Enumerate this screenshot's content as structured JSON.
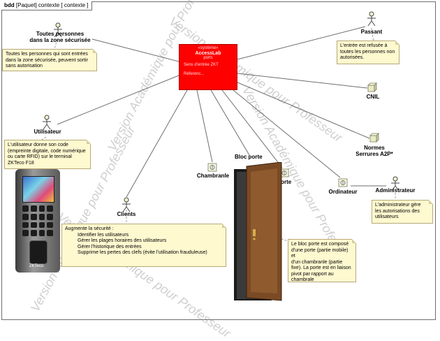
{
  "frame": {
    "kind": "bdd",
    "title": "[Paquet] contexte [ contexte ]"
  },
  "watermark": "Version Académique pour Professeur",
  "system": {
    "stereotype": "«système»",
    "name": "AccessLab",
    "section_ports": "ports",
    "port_line": "Sens d'entrée ZKT",
    "references_line": "Réferenc..."
  },
  "actors": {
    "toutes_personnes_l1": "Toutes personnes",
    "toutes_personnes_l2": "dans la zone sécurisée",
    "passant": "Passant",
    "utilisateur": "Utilisateur",
    "clients": "Clients",
    "administrateur": "Administrateur"
  },
  "blocks": {
    "cnil": "CNIL",
    "normes_l1": "Normes",
    "normes_l2": "Serrures A2P*"
  },
  "parts": {
    "chambranle": "Chambranle",
    "bloc_porte": "Bloc porte",
    "porte": "Porte",
    "ordinateur": "Ordinateur"
  },
  "notes": {
    "toutes_personnes": [
      "Toutes les personnes qui sont entrées",
      "dans la zone sécurisée, peuvent sortir",
      "sans autorisation"
    ],
    "passant": [
      "L'entrée est refusée à",
      "toutes les personnes non",
      "autorisées."
    ],
    "utilisateur": [
      "L'utilisateur donne son code",
      "(empreinte digitale, code numérique",
      "ou carte RFID) sur le terminal",
      "ZKTeco F18"
    ],
    "administrateur": [
      "L'administrateur gère",
      "les autorisations des",
      "utilisateurs"
    ],
    "securite": [
      "Augmente la sécurité :",
      "Identifier les utilisateurs",
      "Gérer les plages horaires des utilisateurs",
      "Gérer l'historique des entrées",
      "Supprime les pertes des clefs (évite l'utilisation frauduleuse)"
    ],
    "bloc_porte": [
      "Le bloc porte est composé",
      "d'une porte (partie mobile) et",
      "d'un chambranle (partie",
      "fixe). La porte est en liaison",
      "pivot par rapport au",
      "chambrale"
    ]
  }
}
